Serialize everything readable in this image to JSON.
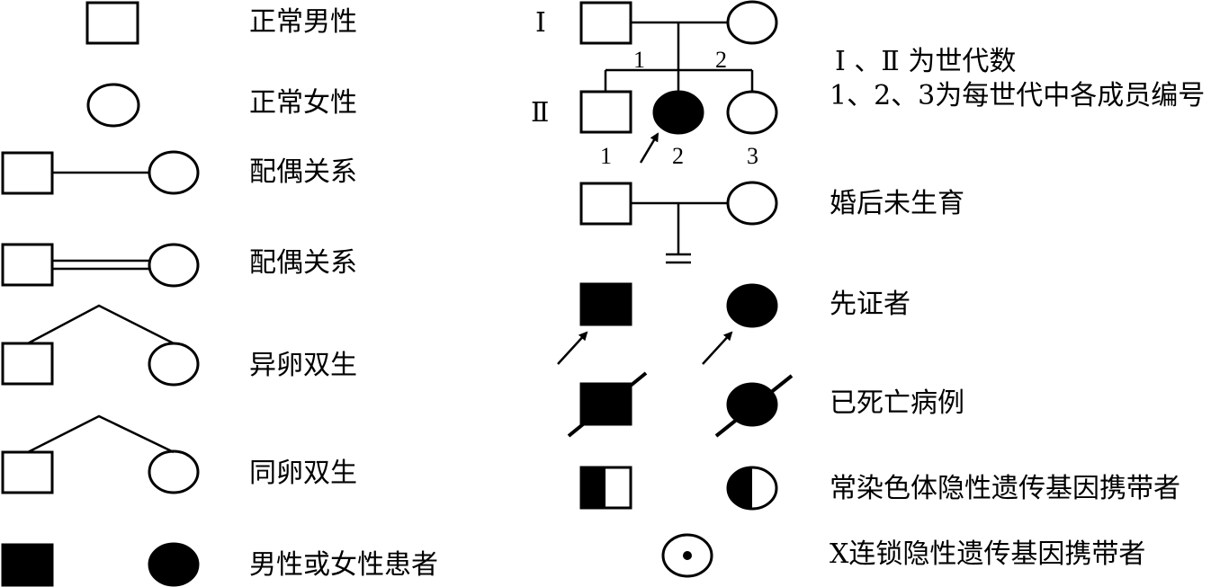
{
  "left_legend": [
    {
      "key": "normal_male",
      "label": "正常男性"
    },
    {
      "key": "normal_female",
      "label": "正常女性"
    },
    {
      "key": "marriage",
      "label": "配偶关系"
    },
    {
      "key": "consanguineous_marriage",
      "label": "配偶关系"
    },
    {
      "key": "fraternal_twins",
      "label": "异卵双生"
    },
    {
      "key": "identical_twins",
      "label": "同卵双生"
    },
    {
      "key": "affected",
      "label": "男性或女性患者"
    }
  ],
  "pedigree": {
    "generation_1": "Ⅰ",
    "generation_2": "Ⅱ",
    "gen1_numbers": [
      "1",
      "2"
    ],
    "gen2_numbers": [
      "1",
      "2",
      "3"
    ],
    "note_line1": "Ⅰ 、Ⅱ 为世代数",
    "note_line2": "1、2、3为每世代中各成员编号"
  },
  "right_legend": [
    {
      "key": "no_children",
      "label": "婚后未生育"
    },
    {
      "key": "proband",
      "label": "先证者"
    },
    {
      "key": "deceased",
      "label": "已死亡病例"
    },
    {
      "key": "autosomal_carrier",
      "label": "常染色体隐性遗传基因携带者"
    },
    {
      "key": "x_linked_carrier",
      "label": "X连锁隐性遗传基因携带者"
    }
  ]
}
